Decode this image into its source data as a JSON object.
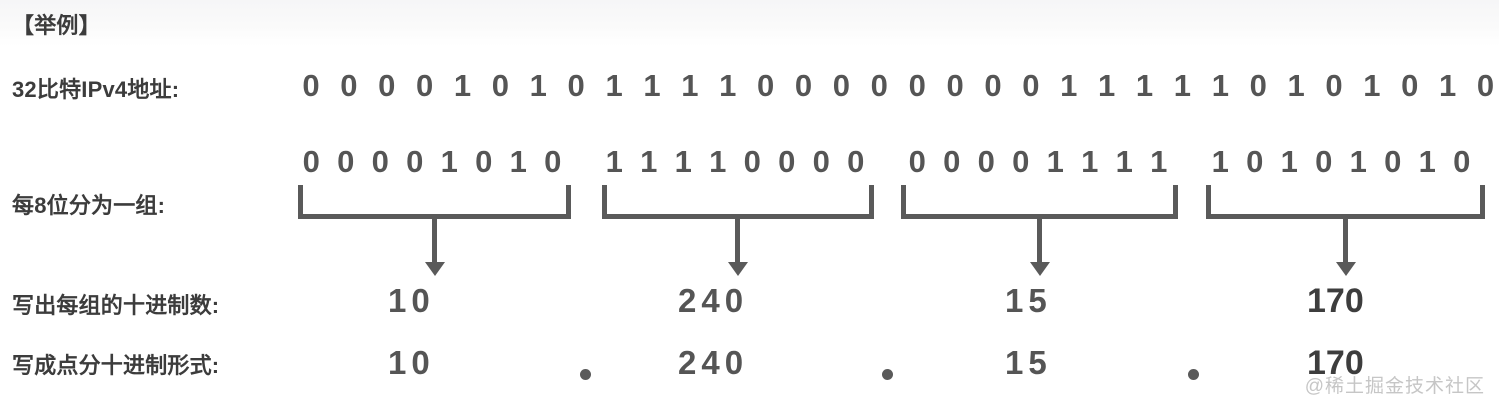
{
  "labels": {
    "example": "【举例】",
    "address": "32比特IPv4地址:",
    "group": "每8位分为一组:",
    "decimal": "写出每组的十进制数:",
    "dotted": "写成点分十进制形式:"
  },
  "binary": {
    "full": "00001010111100000000111110101010",
    "groups": [
      "00001010",
      "11110000",
      "00001111",
      "10101010"
    ]
  },
  "decimals": [
    "10",
    "240",
    "15",
    "170"
  ],
  "dotted_decimal": {
    "values": [
      "10",
      "240",
      "15",
      "170"
    ],
    "separator": ".",
    "full": "10.240.15.170"
  },
  "colors": {
    "digit_gray": "#555555",
    "label_gray": "#3c3c3c",
    "bracket_gray": "#5a5a5a",
    "accent_dark": "#3d3d3d",
    "watermark_gray": "#c6c6c6",
    "background": "#ffffff"
  },
  "watermark": "@稀土掘金技术社区"
}
